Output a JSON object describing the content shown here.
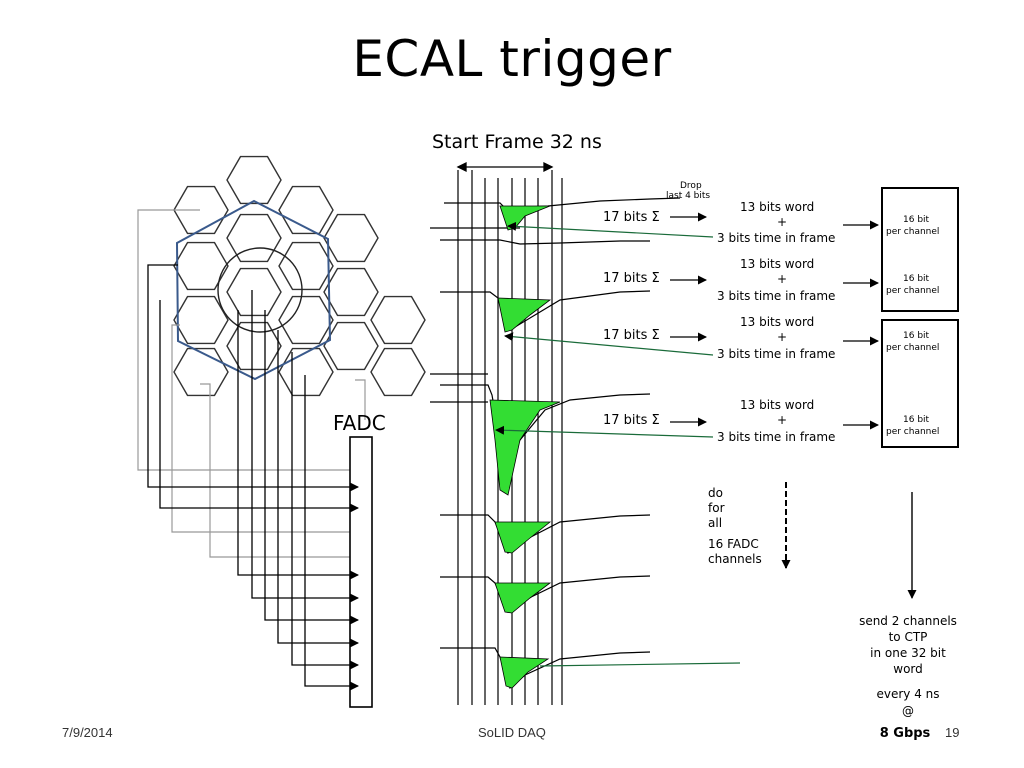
{
  "slide": {
    "title": "ECAL trigger",
    "footer_date": "7/9/2014",
    "footer_center": "SoLID DAQ",
    "footer_page": "19"
  },
  "diagram": {
    "start_frame_label": "Start Frame 32 ns",
    "drop_label_line1": "Drop",
    "drop_label_line2": "last 4 bits",
    "fadc_label": "FADC",
    "channel_rows": [
      {
        "sum": "17 bits Σ",
        "word": "13 bits word",
        "plus": "+",
        "time": "3 bits time in frame",
        "box1": "16 bit",
        "box2": "per channel"
      },
      {
        "sum": "17 bits Σ",
        "word": "13 bits word",
        "plus": "+",
        "time": "3 bits time in frame",
        "box1": "16 bit",
        "box2": "per channel"
      },
      {
        "sum": "17 bits Σ",
        "word": "13 bits word",
        "plus": "+",
        "time": "3 bits time in frame",
        "box1": "16 bit",
        "box2": "per channel"
      },
      {
        "sum": "17 bits Σ",
        "word": "13 bits word",
        "plus": "+",
        "time": "3 bits time in frame",
        "box1": "16 bit",
        "box2": "per channel"
      }
    ],
    "do_for_all": [
      "do",
      "for",
      "all",
      "16 FADC",
      "channels"
    ],
    "send_text": [
      "send 2 channels",
      "to CTP",
      "in one 32 bit",
      "word",
      "every 4 ns",
      "@"
    ],
    "rate_label": "8 Gbps",
    "colors": {
      "pulse_fill": "#33dd33",
      "cluster_outline": "#3a5a8c",
      "wire": "#000000",
      "wire_gray": "#999999"
    }
  }
}
